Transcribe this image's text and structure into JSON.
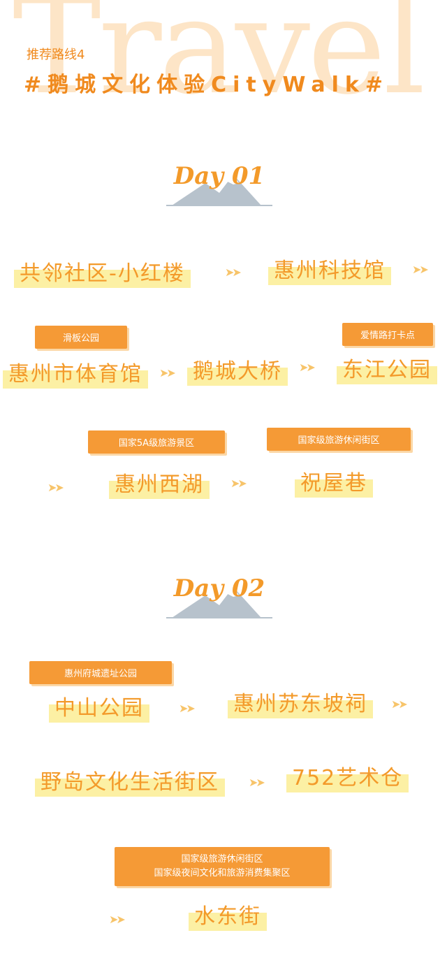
{
  "header": {
    "watermark": "Travel",
    "subtitle": "推荐路线4",
    "title": "#鹅城文化体验CityWalk#"
  },
  "arrow_glyph": "➤➤",
  "day1": {
    "label": "Day 01",
    "row1": {
      "spot_a": "共邻社区-小红楼",
      "spot_b": "惠州科技馆"
    },
    "row2": {
      "tag_a": "滑板公园",
      "spot_a": "惠州市体育馆",
      "spot_b": "鹅城大桥",
      "tag_c": "爱情路打卡点",
      "spot_c": "东江公园"
    },
    "row3": {
      "tag_a": "国家5A级旅游景区",
      "spot_a": "惠州西湖",
      "tag_b": "国家级旅游休闲街区",
      "spot_b": "祝屋巷"
    }
  },
  "day2": {
    "label": "Day 02",
    "row1": {
      "tag_a": "惠州府城遗址公园",
      "spot_a": "中山公园",
      "spot_b": "惠州苏东坡祠"
    },
    "row2": {
      "spot_a": "野岛文化生活街区",
      "spot_b": "752艺术仓"
    },
    "row3": {
      "tag_line1": "国家级旅游休闲街区",
      "tag_line2": "国家级夜间文化和旅游消费集聚区",
      "spot": "水东街"
    }
  },
  "colors": {
    "accent": "#f39a2a",
    "tag_bg": "#f59a36",
    "highlight": "#fcf0a4",
    "watermark": "#fde5c7",
    "arrow": "#f7c46a",
    "mountain": "#b7c2cc"
  }
}
